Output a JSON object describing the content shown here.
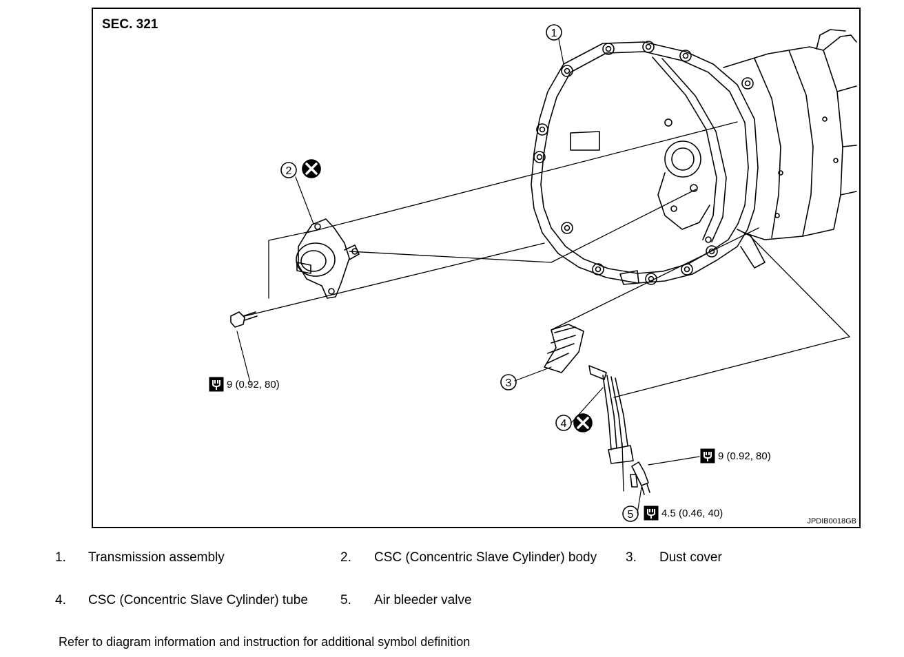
{
  "diagram": {
    "section": "SEC. 321",
    "figure_code": "JPDIB0018GB",
    "torques": [
      {
        "value": "9 (0.92, 80)"
      },
      {
        "value": "9 (0.92, 80)"
      },
      {
        "value": "4.5 (0.46, 40)"
      }
    ],
    "callouts": [
      "1",
      "2",
      "3",
      "4",
      "5"
    ],
    "icons": {
      "torque": "torque-wrench-icon",
      "non_reusable": "non-reusable-x-icon"
    }
  },
  "legend": [
    {
      "num": "1.",
      "text": "Transmission assembly"
    },
    {
      "num": "2.",
      "text": "CSC (Concentric Slave Cylinder) body"
    },
    {
      "num": "3.",
      "text": "Dust cover"
    },
    {
      "num": "4.",
      "text": "CSC (Concentric Slave Cylinder) tube"
    },
    {
      "num": "5.",
      "text": "Air bleeder valve"
    }
  ],
  "footnote": "Refer to diagram information and instruction for additional symbol definition"
}
